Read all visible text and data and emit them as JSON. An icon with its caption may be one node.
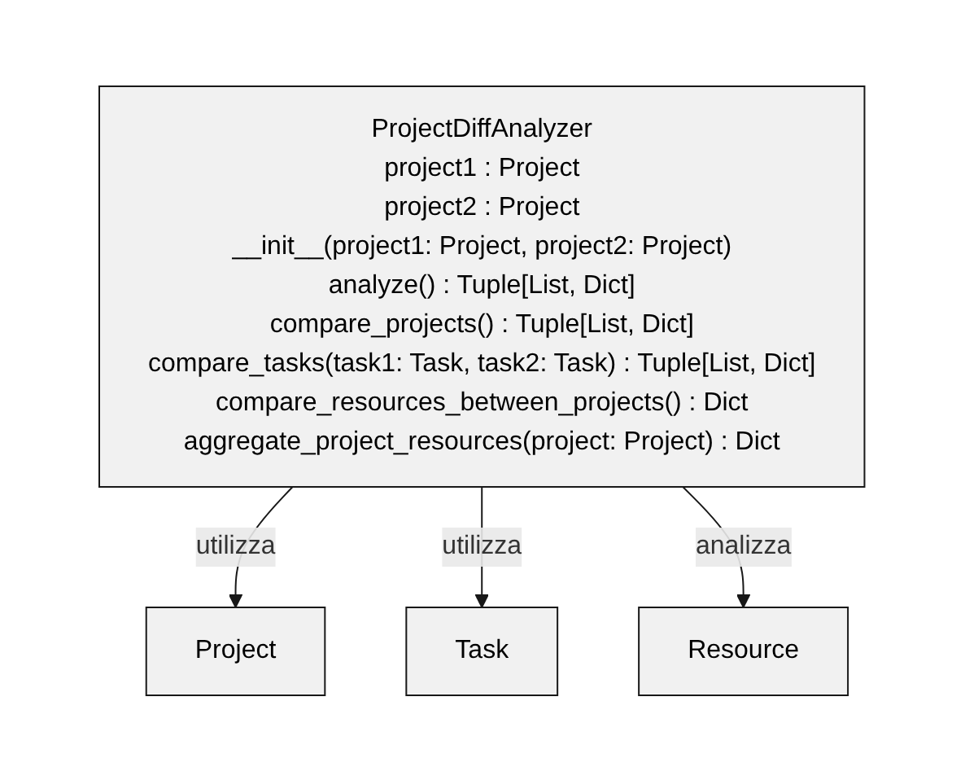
{
  "diagram": {
    "nodes": [
      {
        "text": [
          "ProjectDiffAnalyzer",
          "project1 : Project",
          "project2 : Project",
          "__init__(project1: Project, project2: Project)",
          "analyze() : Tuple[List, Dict]",
          "compare_projects() : Tuple[List, Dict]",
          "compare_tasks(task1: Task, task2: Task) : Tuple[List, Dict]",
          "compare_resources_between_projects() : Dict",
          "aggregate_project_resources(project: Project) : Dict"
        ]
      },
      {
        "text": [
          "Project"
        ]
      },
      {
        "text": [
          "Task"
        ]
      },
      {
        "text": [
          "Resource"
        ]
      }
    ],
    "edges": [
      {
        "from": 0,
        "to": 1,
        "arrow": "to",
        "label": "utilizza"
      },
      {
        "from": 0,
        "to": 2,
        "arrow": "to",
        "label": "utilizza"
      },
      {
        "from": 0,
        "to": 3,
        "arrow": "to",
        "label": "analizza"
      }
    ]
  }
}
